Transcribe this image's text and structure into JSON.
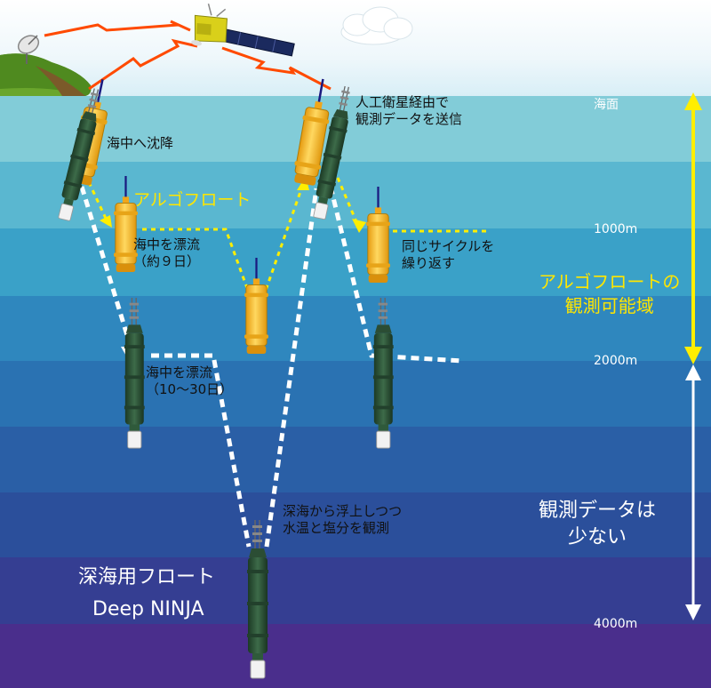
{
  "labels": {
    "sink": "海中へ沈降",
    "satellite": "人工衛星経由で\n観測データを送信",
    "argo_float": "アルゴフロート",
    "drift_argo": "海中を漂流\n（約９日）",
    "repeat": "同じサイクルを\n繰り返す",
    "drift_ninja": "海中を漂流\n（10〜30日）",
    "rise_observe": "深海から浮上しつつ\n水温と塩分を観測",
    "ninja_title": "深海用フロート",
    "ninja_name": "Deep NINJA",
    "argo_range": "アルゴフロートの\n観測可能域",
    "sparse_data": "観測データは\n少ない"
  },
  "depths": {
    "surface": "海面",
    "d1000": "1000m",
    "d2000": "2000m",
    "d4000": "4000m"
  },
  "colors": {
    "argo_float": "#f5b82a",
    "ninja_float": "#2e5a3a",
    "argo_path": "#ffee00",
    "ninja_path": "#ffffff",
    "range_arrow": "#ffee00",
    "sparse_arrow": "#ffffff"
  }
}
